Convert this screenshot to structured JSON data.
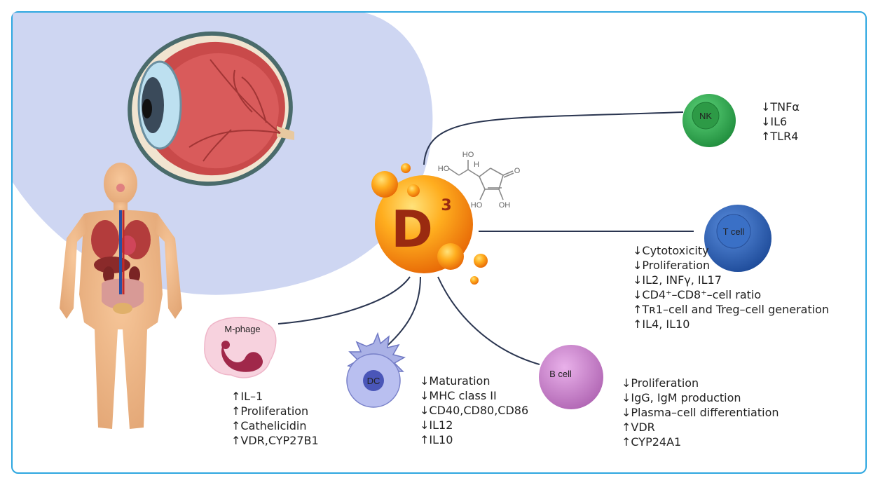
{
  "center": {
    "main": "D",
    "sup": "3"
  },
  "chem": {
    "ho_top": "HO",
    "h": "H",
    "ho_left": "HO",
    "o_right": "O",
    "ho_bl": "HO",
    "oh_br": "OH"
  },
  "cells": {
    "nk": {
      "label": "NK",
      "color": "#2aa54a",
      "items": [
        "↓TNFα",
        "↓IL6",
        "↑TLR4"
      ]
    },
    "tcell": {
      "label": "T cell",
      "color": "#2c5fb0",
      "items": [
        "↓Cytotoxicity",
        "↓Proliferation",
        "↓IL2, INFγ, IL17",
        "↓CD4⁺–CD8⁺–cell ratio",
        "↑Tʀ1–cell and Treg–cell generation",
        "↑IL4, IL10"
      ]
    },
    "bcell": {
      "label": "B cell",
      "color": "#c77ec8",
      "items": [
        "↓Proliferation",
        "↓IgG, IgM production",
        "↓Plasma–cell differentiation",
        "↑VDR",
        "↑CYP24A1"
      ]
    },
    "dc": {
      "label": "DC",
      "color": "#8f98dc",
      "items": [
        "↓Maturation",
        "↓MHC class II",
        "↓CD40,CD80,CD86",
        "↓IL12",
        "↑IL10"
      ]
    },
    "mphage": {
      "label": "M-phage",
      "color": "#f3c6d6",
      "items": [
        "↑IL–1",
        "↑Proliferation",
        "↑Cathelicidin",
        "↑VDR,CYP27B1"
      ]
    }
  },
  "icons": {
    "eye": "eye-illustration-icon",
    "body": "human-body-organs-icon"
  }
}
